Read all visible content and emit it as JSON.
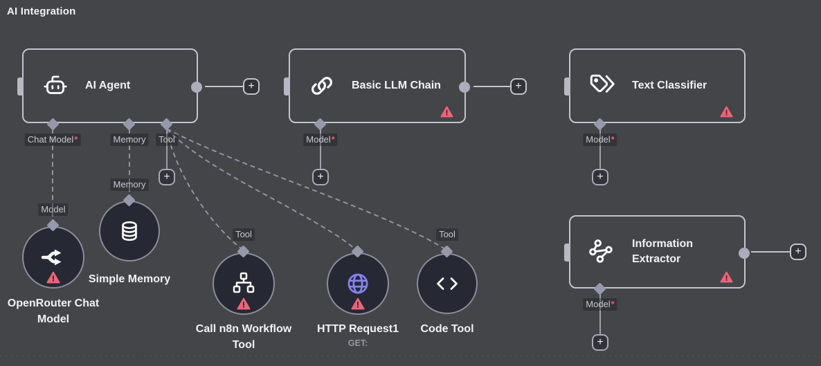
{
  "title": "AI Integration",
  "icons": {
    "plus": "+"
  },
  "handles": {
    "chat_model": "Chat Model",
    "memory": "Memory",
    "tool": "Tool",
    "model": "Model",
    "required_marker": "*"
  },
  "nodes": {
    "ai_agent": {
      "title": "AI Agent"
    },
    "basic_llm_chain": {
      "title": "Basic LLM Chain"
    },
    "text_classifier": {
      "title": "Text Classifier"
    },
    "information_extractor": {
      "title": "Information Extractor"
    },
    "openrouter_chat_model": {
      "title": "OpenRouter Chat Model"
    },
    "simple_memory": {
      "title": "Simple Memory"
    },
    "call_n8n_workflow_tool": {
      "title": "Call n8n Workflow Tool"
    },
    "http_request1": {
      "title": "HTTP Request1",
      "subtitle": "GET:"
    },
    "code_tool": {
      "title": "Code Tool"
    }
  },
  "colors": {
    "canvas_bg": "#434549",
    "node_border": "#c3c5ce",
    "circle_fill": "#262833",
    "handle": "#9599a9",
    "warning": "#ef6378",
    "required": "#f2566c",
    "globe_accent": "#8583f0",
    "label_text": "#c6c8d1",
    "title_text": "#f1f2f4"
  }
}
